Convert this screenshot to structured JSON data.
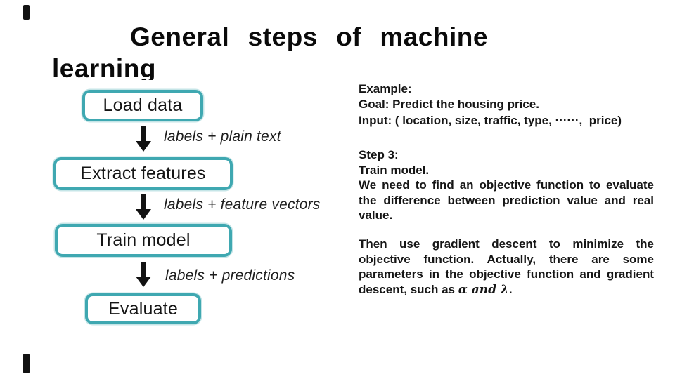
{
  "slide": {
    "title_line1": "General steps of machine",
    "title_line2": "learning",
    "background_color": "#ffffff",
    "accent_color": "#3FA8B1",
    "text_color": "#161616",
    "arrow_icon": "arrow-down-icon"
  },
  "flowchart": {
    "boxes": [
      {
        "label": "Load data"
      },
      {
        "label": "Extract features"
      },
      {
        "label": "Train model"
      },
      {
        "label": "Evaluate"
      }
    ],
    "arrow_labels": [
      "labels + plain text",
      "labels + feature vectors",
      "labels + predictions"
    ]
  },
  "example_block": {
    "lines": [
      "Example:",
      "Goal: Predict the housing price.",
      "Input: ( location, size, traffic, type, ······,  price)"
    ]
  },
  "step3_block": {
    "heading": "Step 3:",
    "subheading": "Train model.",
    "lines": [
      "We need to find an objective function to evaluate",
      "the difference between prediction value and real",
      "value."
    ]
  },
  "gradient_block": {
    "lines": [
      "Then use gradient descent to minimize the",
      "objective function. Actually, there are some",
      "parameters in the objective function and gradient"
    ],
    "last_line_prefix": "descent, such as ",
    "math": "α and λ",
    "last_line_suffix": "."
  }
}
